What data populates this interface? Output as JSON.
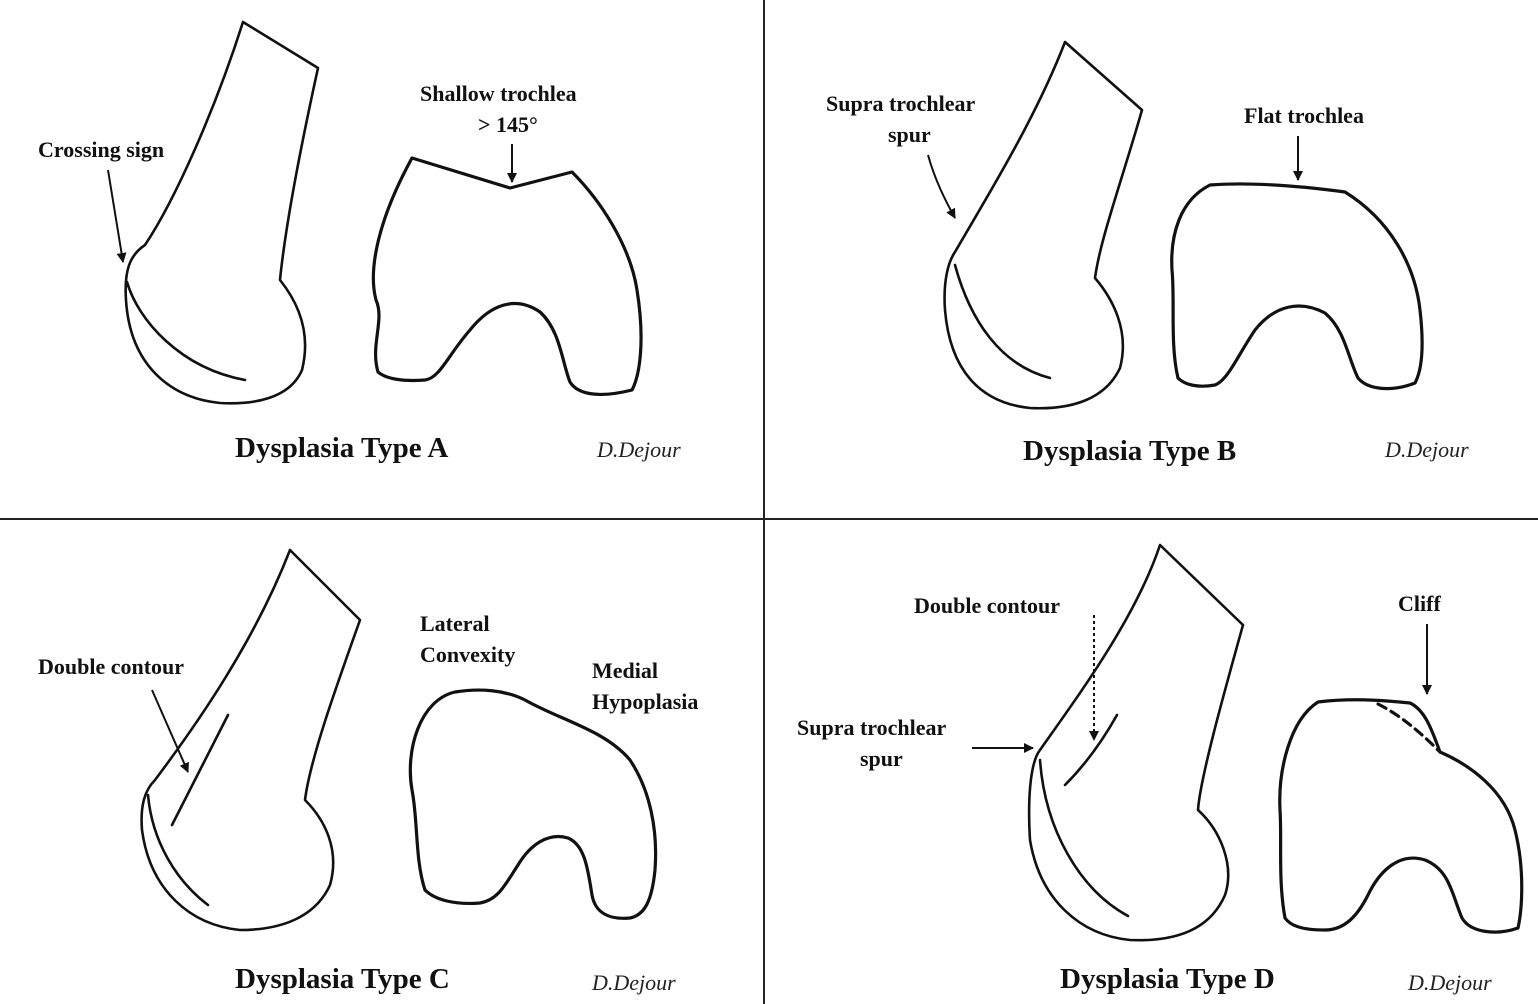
{
  "panels": {
    "a": {
      "title": "Dysplasia Type A",
      "signature": "D.Dejour",
      "labels": {
        "crossing_sign": "Crossing sign",
        "shallow_trochlea_line1": "Shallow trochlea",
        "shallow_trochlea_line2": "> 145°"
      }
    },
    "b": {
      "title": "Dysplasia Type B",
      "signature": "D.Dejour",
      "labels": {
        "supra_trochlear_line1": "Supra trochlear",
        "supra_trochlear_line2": "spur",
        "flat_trochlea": "Flat trochlea"
      }
    },
    "c": {
      "title": "Dysplasia Type C",
      "signature": "D.Dejour",
      "labels": {
        "double_contour": "Double contour",
        "lateral_line1": "Lateral",
        "lateral_line2": "Convexity",
        "medial_line1": "Medial",
        "medial_line2": "Hypoplasia"
      }
    },
    "d": {
      "title": "Dysplasia Type D",
      "signature": "D.Dejour",
      "labels": {
        "double_contour": "Double contour",
        "supra_trochlear_line1": "Supra trochlear",
        "supra_trochlear_line2": "spur",
        "cliff": "Cliff"
      }
    }
  },
  "colors": {
    "background": "#ffffff",
    "ink": "#111111"
  }
}
